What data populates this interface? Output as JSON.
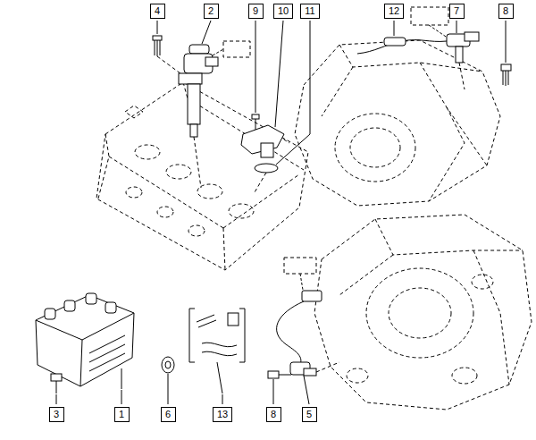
{
  "diagram": {
    "labels": [
      "4",
      "2",
      "9",
      "10",
      "11",
      "12",
      "7",
      "8",
      "3",
      "1",
      "6",
      "13",
      "8",
      "5"
    ]
  }
}
